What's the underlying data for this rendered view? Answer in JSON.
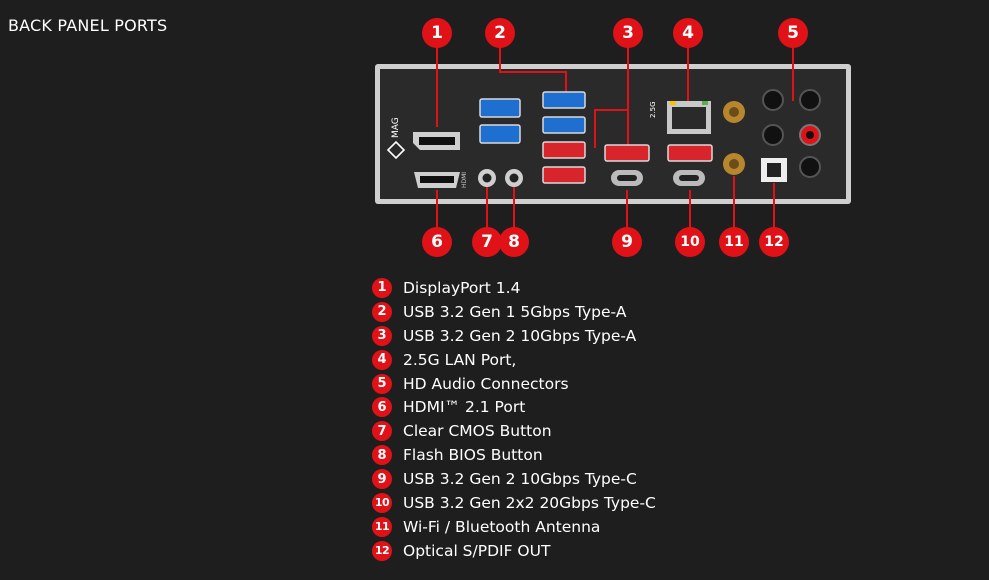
{
  "page": {
    "title": "BACK PANEL PORTS"
  },
  "panel": {
    "brand": "MAG",
    "labels": {
      "lan_speed": "2.5G",
      "hdmi": "HDMI"
    },
    "callouts": [
      "1",
      "2",
      "3",
      "4",
      "5",
      "6",
      "7",
      "8",
      "9",
      "10",
      "11",
      "12"
    ]
  },
  "legend": [
    {
      "number": "1",
      "text": "DisplayPort 1.4"
    },
    {
      "number": "2",
      "text": "USB 3.2 Gen 1 5Gbps Type-A"
    },
    {
      "number": "3",
      "text": "USB 3.2 Gen 2 10Gbps Type-A"
    },
    {
      "number": "4",
      "text": "2.5G LAN Port,"
    },
    {
      "number": "5",
      "text": "HD Audio Connectors"
    },
    {
      "number": "6",
      "text": "HDMI™ 2.1 Port"
    },
    {
      "number": "7",
      "text": "Clear CMOS Button"
    },
    {
      "number": "8",
      "text": "Flash BIOS Button"
    },
    {
      "number": "9",
      "text": "USB 3.2 Gen 2 10Gbps Type-C"
    },
    {
      "number": "10",
      "text": "USB 3.2 Gen 2x2 20Gbps Type-C"
    },
    {
      "number": "11",
      "text": "Wi-Fi / Bluetooth Antenna"
    },
    {
      "number": "12",
      "text": "Optical S/PDIF OUT"
    }
  ],
  "colors": {
    "background": "#1e1e1e",
    "callout": "#e01218",
    "usb_gen1": "#1f6fd1",
    "usb_gen2": "#d8252c",
    "panel": "#2a2a2a",
    "bracket": "#cfcfcf"
  }
}
